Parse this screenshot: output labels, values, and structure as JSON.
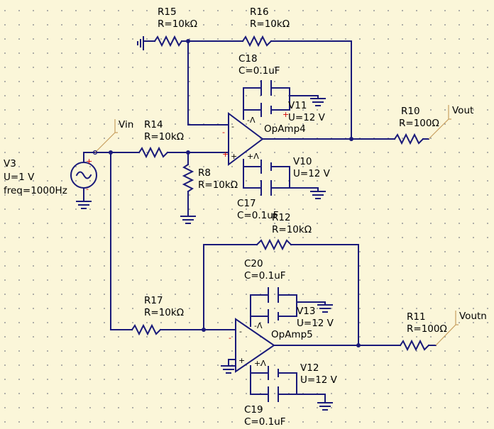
{
  "components": {
    "R15": {
      "name": "R15",
      "value": "R=10kΩ"
    },
    "R16": {
      "name": "R16",
      "value": "R=10kΩ"
    },
    "C18": {
      "name": "C18",
      "value": "C=0.1uF"
    },
    "V11": {
      "name": "V11",
      "value": "U=12 V"
    },
    "OpAmp4": {
      "name": "OpAmp4"
    },
    "R10": {
      "name": "R10",
      "value": "R=100Ω"
    },
    "R14": {
      "name": "R14",
      "value": "R=10kΩ"
    },
    "R8": {
      "name": "R8",
      "value": "R=10kΩ"
    },
    "V10": {
      "name": "V10",
      "value": "U=12 V"
    },
    "C17": {
      "name": "C17",
      "value": "C=0.1uF"
    },
    "V3": {
      "name": "V3",
      "value": "U=1 V",
      "freq": "freq=1000Hz"
    },
    "R12": {
      "name": "R12",
      "value": "R=10kΩ"
    },
    "C20": {
      "name": "C20",
      "value": "C=0.1uF"
    },
    "V13": {
      "name": "V13",
      "value": "U=12 V"
    },
    "OpAmp5": {
      "name": "OpAmp5"
    },
    "R17": {
      "name": "R17",
      "value": "R=10kΩ"
    },
    "R11": {
      "name": "R11",
      "value": "R=100Ω"
    },
    "V12": {
      "name": "V12",
      "value": "U=12 V"
    },
    "C19": {
      "name": "C19",
      "value": "C=0.1uF"
    }
  },
  "nets": {
    "vin": "Vin",
    "vout": "Vout",
    "voutn": "Voutn"
  },
  "pins": {
    "minus": "-",
    "plus": "+",
    "plus_lambda": "+Λ",
    "minus_lambda": "-Λ",
    "source_plus": "+",
    "source_minus": "-"
  },
  "colors": {
    "wire": "#1a1a7a",
    "background": "#fbf6d9",
    "grid_dot": "#9b9b9b",
    "polarity_mark": "#d00000"
  }
}
